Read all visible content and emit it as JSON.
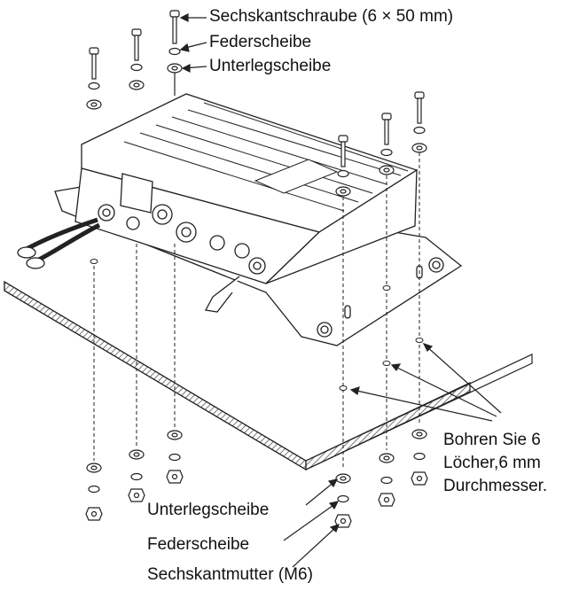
{
  "labels": {
    "hex_bolt": "Sechskantschraube (6 × 50 mm)",
    "spring_washer_top": "Federscheibe",
    "flat_washer_top": "Unterlegscheibe",
    "drill_line1": "Bohren Sie 6",
    "drill_line2": "Löcher,6 mm",
    "drill_line3": "Durchmesser.",
    "flat_washer_bottom": "Unterlegscheibe",
    "spring_washer_bottom": "Federscheibe",
    "hex_nut": "Sechskantmutter (M6)"
  },
  "colors": {
    "line": "#222222",
    "fill": "#ffffff",
    "hatch": "#555555"
  }
}
